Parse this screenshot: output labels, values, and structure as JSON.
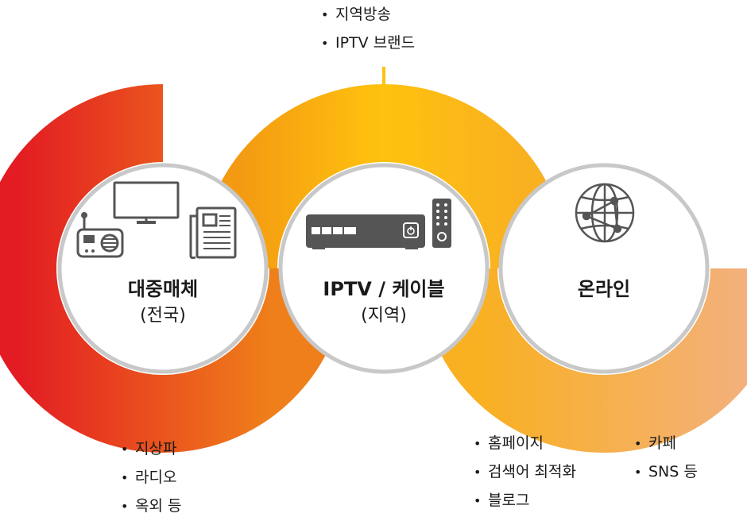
{
  "colors": {
    "red": "#e31b23",
    "orange": "#ef7f1a",
    "yellow": "#ffc20e",
    "peach": "#f3b07c",
    "ring_outline": "#c8c8c8",
    "icon": "#555555",
    "text": "#1a1a1a"
  },
  "stages": [
    {
      "title": "대중매체",
      "subtitle": "(전국)",
      "icons": [
        "monitor-icon",
        "radio-icon",
        "newspaper-icon"
      ],
      "bullets": [
        "지상파",
        "라디오",
        "옥외 등"
      ]
    },
    {
      "title": "IPTV / 케이블",
      "subtitle": "(지역)",
      "icons": [
        "settop-box-icon",
        "remote-control-icon"
      ],
      "bullets": [
        "지역방송",
        "IPTV 브랜드"
      ]
    },
    {
      "title": "온라인",
      "subtitle": "",
      "icons": [
        "globe-network-icon"
      ],
      "bullets_left": [
        "홈페이지",
        "검색어 최적화",
        "블로그"
      ],
      "bullets_right": [
        "카페",
        "SNS 등"
      ]
    }
  ]
}
